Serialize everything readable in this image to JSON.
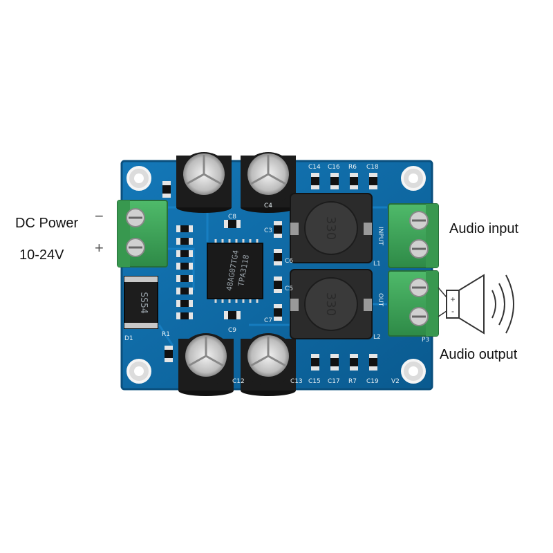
{
  "labels": {
    "dc_power": "DC Power",
    "voltage": "10-24V",
    "minus": "−",
    "plus": "+",
    "audio_input": "Audio  input",
    "audio_output": "Audio output"
  },
  "board_markings": {
    "chip_line1": "48AG07TG4",
    "chip_line2": "TPA3118",
    "inductor_top": "330",
    "inductor_bottom": "330",
    "diode": "SS54",
    "cap_top": [
      "C14",
      "C16",
      "R6",
      "C18"
    ],
    "cap_bottom": [
      "C15",
      "C17",
      "R7",
      "C19"
    ],
    "cap_labels": [
      "C8",
      "C3",
      "C4",
      "C5",
      "C6",
      "C7",
      "C9",
      "C12",
      "C13"
    ],
    "misc": [
      "D1",
      "R1",
      "P3",
      "V2",
      "L1",
      "L2",
      "INPUT",
      "OUT"
    ]
  },
  "colors": {
    "pcb": "#0f6ea8",
    "pcb_dark": "#0a4f7d",
    "terminal": "#3fa35a",
    "capacitor": "#1c1c1c",
    "inductor": "#2b2b2b",
    "speaker": "#333333"
  }
}
